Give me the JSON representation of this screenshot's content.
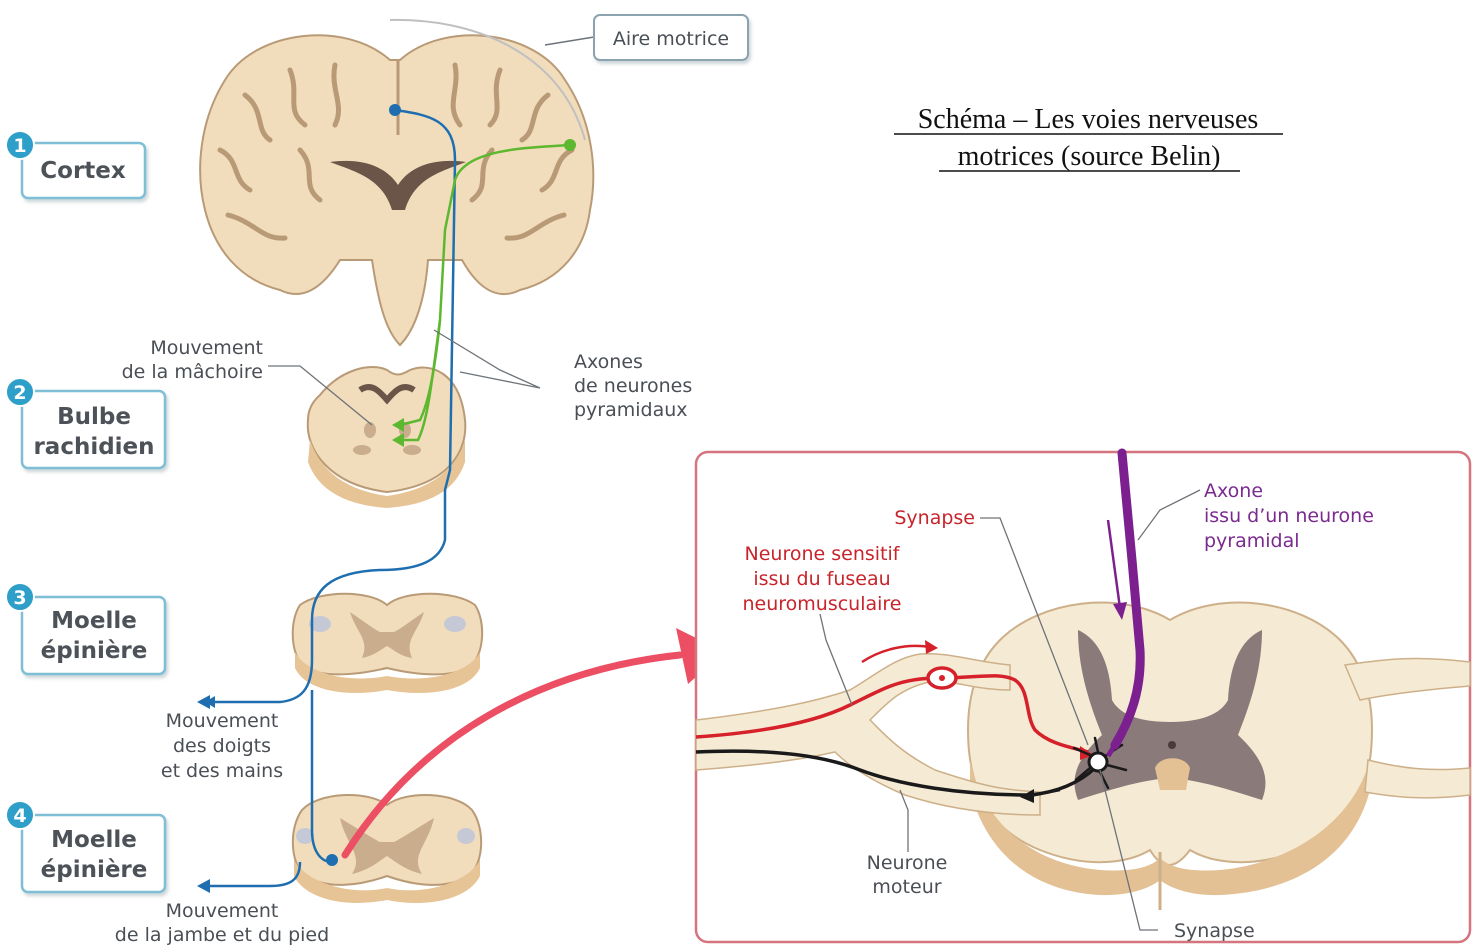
{
  "title": {
    "line1": "Schéma – Les voies nerveuses",
    "line2": "motrices (source Belin)"
  },
  "callouts": {
    "aire_motrice": "Aire motrice",
    "mouvement_machoire": [
      "Mouvement",
      "de la mâchoire"
    ],
    "axones": [
      "Axones",
      "de neurones",
      "pyramidaux"
    ],
    "mouvement_doigts": [
      "Mouvement",
      "des doigts",
      "et des mains"
    ],
    "mouvement_jambe": [
      "Mouvement",
      "de la jambe et du pied"
    ]
  },
  "levels": [
    {
      "number": "1",
      "lines": [
        "Cortex"
      ]
    },
    {
      "number": "2",
      "lines": [
        "Bulbe",
        "rachidien"
      ]
    },
    {
      "number": "3",
      "lines": [
        "Moelle",
        "épinière"
      ]
    },
    {
      "number": "4",
      "lines": [
        "Moelle",
        "épinière"
      ]
    }
  ],
  "detail": {
    "synapse_top": "Synapse",
    "neurone_sensitif": [
      "Neurone sensitif",
      "issu du fuseau",
      "neuromusculaire"
    ],
    "axone_pyramidal": [
      "Axone",
      "issu d’un neurone",
      "pyramidal"
    ],
    "neurone_moteur": [
      "Neurone",
      "moteur"
    ],
    "synapse_bottom": "Synapse"
  },
  "colors": {
    "blue_pathway": "#1f6fb0",
    "green_pathway": "#5cb82e",
    "red_sensory": "#d6202a",
    "purple_axon": "#7c1f8f",
    "big_arrow": "#ec4f63",
    "tissue": "#f1dcbc",
    "grey_matter": "#c9ad8c",
    "label_box_border": "#7fbfd6",
    "number_badge": "#2d9fc8"
  }
}
